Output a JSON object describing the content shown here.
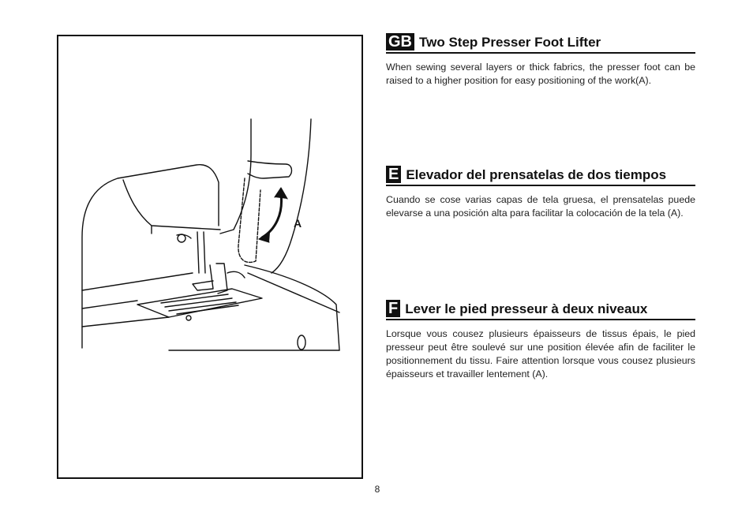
{
  "figure": {
    "label_a": "A"
  },
  "sections": [
    {
      "badge": "GB",
      "title": "Two Step Presser Foot Lifter",
      "body": "When sewing several layers or thick fabrics, the presser foot can be raised to a higher position for easy positioning of the work(A)."
    },
    {
      "badge": "E",
      "title": "Elevador del prensatelas de dos tiempos",
      "body": "Cuando se cose varias capas de tela gruesa, el prensatelas puede elevarse a una posición alta para facilitar la colocación de la tela (A)."
    },
    {
      "badge": "F",
      "title": "Lever le pied presseur à deux niveaux",
      "body": "Lorsque vous cousez plusieurs épaisseurs de tissus épais, le pied presseur peut être soulevé sur une position élevée afin de faciliter le positionnement du tissu. Faire attention lorsque vous cousez plusieurs épaisseurs et travailler lentement (A)."
    }
  ],
  "page_number": "8"
}
